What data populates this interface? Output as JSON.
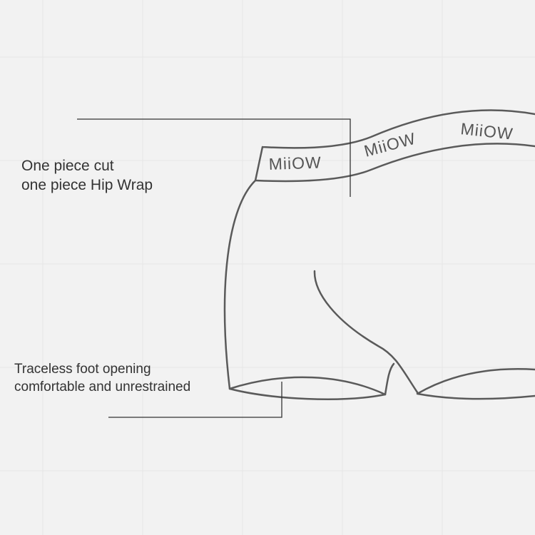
{
  "annotations": {
    "hip_wrap": {
      "line1": "One piece cut",
      "line2": "one piece Hip Wrap"
    },
    "foot_opening": {
      "line1": "Traceless foot opening",
      "line2": "comfortable and unrestrained"
    }
  },
  "waistband": {
    "brand_text": "MiiOW"
  },
  "colors": {
    "background": "#f2f2f2",
    "grid": "#e8e8e8",
    "outline": "#5a5a5a",
    "text": "#333333"
  }
}
